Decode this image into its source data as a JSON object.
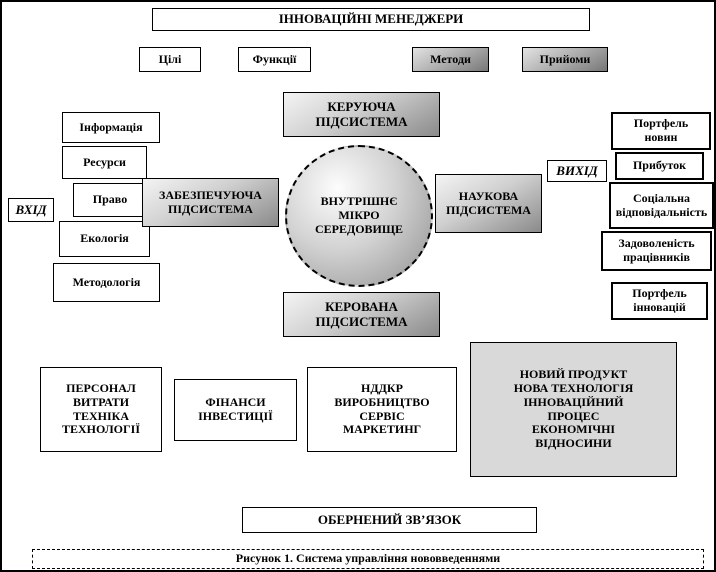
{
  "title_box": "ІННОВАЦІЙНІ МЕНЕДЖЕРИ",
  "top_row": {
    "goals": "Цілі",
    "functions": "Функції",
    "methods": "Методи",
    "techniques": "Прийоми"
  },
  "managing_subsystem": "КЕРУЮЧА\nПІДСИСТЕМА",
  "left_column": [
    "Інформація",
    "Ресурси",
    "Право",
    "Екологія",
    "Методологія"
  ],
  "input_label": "ВХІД",
  "output_label": "ВИХІД",
  "providing_subsystem": "ЗАБЕЗПЕЧУЮЧА ПІДСИСТЕМА",
  "center_ellipse": "ВНУТРІШНЄ\nМІКРО\nСЕРЕДОВИЩЕ",
  "scientific_subsystem": "НАУКОВА\nПІДСИСТЕМА",
  "right_column": [
    "Портфель\nновин",
    "Прибуток",
    "Соціальна\nвідповідальність",
    "Задоволеність\nпрацівників",
    "Портфель\nінновацій"
  ],
  "managed_subsystem": "КЕРОВАНА\nПІДСИСТЕМА",
  "bottom_row": {
    "personnel": "ПЕРСОНАЛ\nВИТРАТИ\nТЕХНІКА\nТЕХНОЛОГІЇ",
    "finances": "ФІНАНСИ\nІНВЕСТИЦІЇ",
    "rnd": "НДДКР\nВИРОБНИЦТВО\nСЕРВІС\nМАРКЕТИНГ",
    "new_product": "НОВИЙ ПРОДУКТ\nНОВА ТЕХНОЛОГІЯ\nІННОВАЦІЙНИЙ\nПРОЦЕС\nЕКОНОМІЧНІ\nВІДНОСИНИ"
  },
  "feedback_box": "ОБЕРНЕНИЙ ЗВ’ЯЗОК",
  "caption": "Рисунок  1. Система управління нововведеннями",
  "colors": {
    "border": "#000000",
    "box_fill_light": "#ffffff",
    "box_fill_gray": "#a9a9a9",
    "box_fill_flat_gray": "#d9d9d9"
  }
}
